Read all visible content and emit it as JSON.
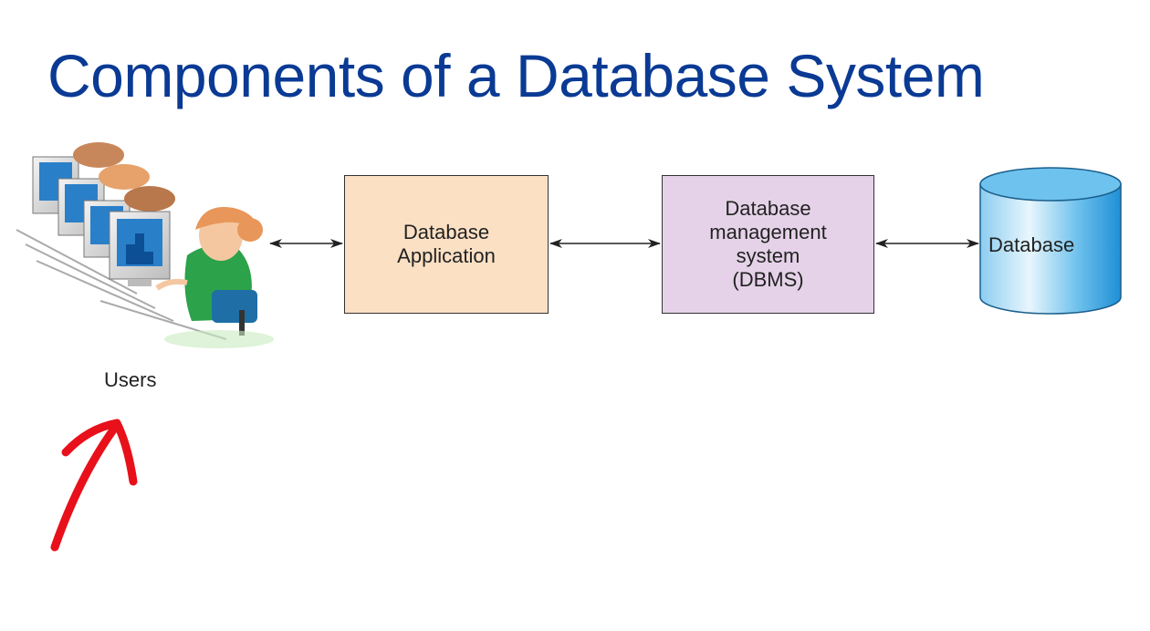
{
  "slide": {
    "title": "Components of a Database System"
  },
  "diagram": {
    "users_label": "Users",
    "app_box": {
      "line1": "Database",
      "line2": "Application",
      "fill": "#fbe0c4"
    },
    "dbms_box": {
      "line1": "Database",
      "line2": "management",
      "line3": "system",
      "line4": "(DBMS)",
      "fill": "#e5d2e8"
    },
    "database_label": "Database",
    "cylinder_color": "#5fb7e8",
    "arrows": [
      "users-to-application",
      "application-to-dbms",
      "dbms-to-database"
    ]
  },
  "annotation": {
    "pen_color": "#e8101a",
    "icon": "red-hand-drawn-arrow"
  },
  "colors": {
    "title": "#0a3a94"
  }
}
